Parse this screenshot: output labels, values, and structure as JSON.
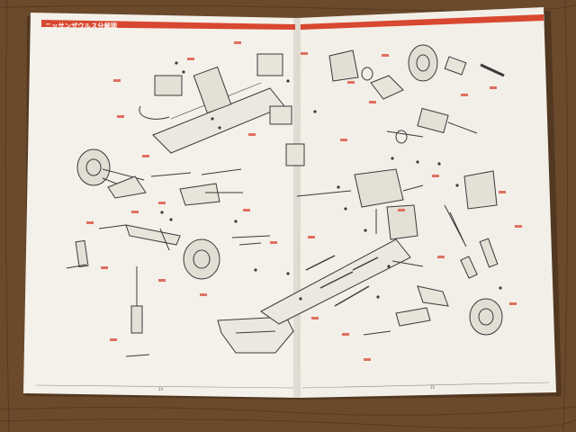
{
  "photo": {
    "colors": {
      "table": "#6b4a2c",
      "table_grain": "#4e341d",
      "paper": "#f4f1ea",
      "paper_shadow": "#d9d3c6",
      "accent": "#d8472f",
      "ink": "#3a3a3a",
      "ref_red": "#e07060"
    },
    "heading": "ニッサンザウルス分解図",
    "page_numbers": {
      "left": "24",
      "right": "25"
    }
  }
}
